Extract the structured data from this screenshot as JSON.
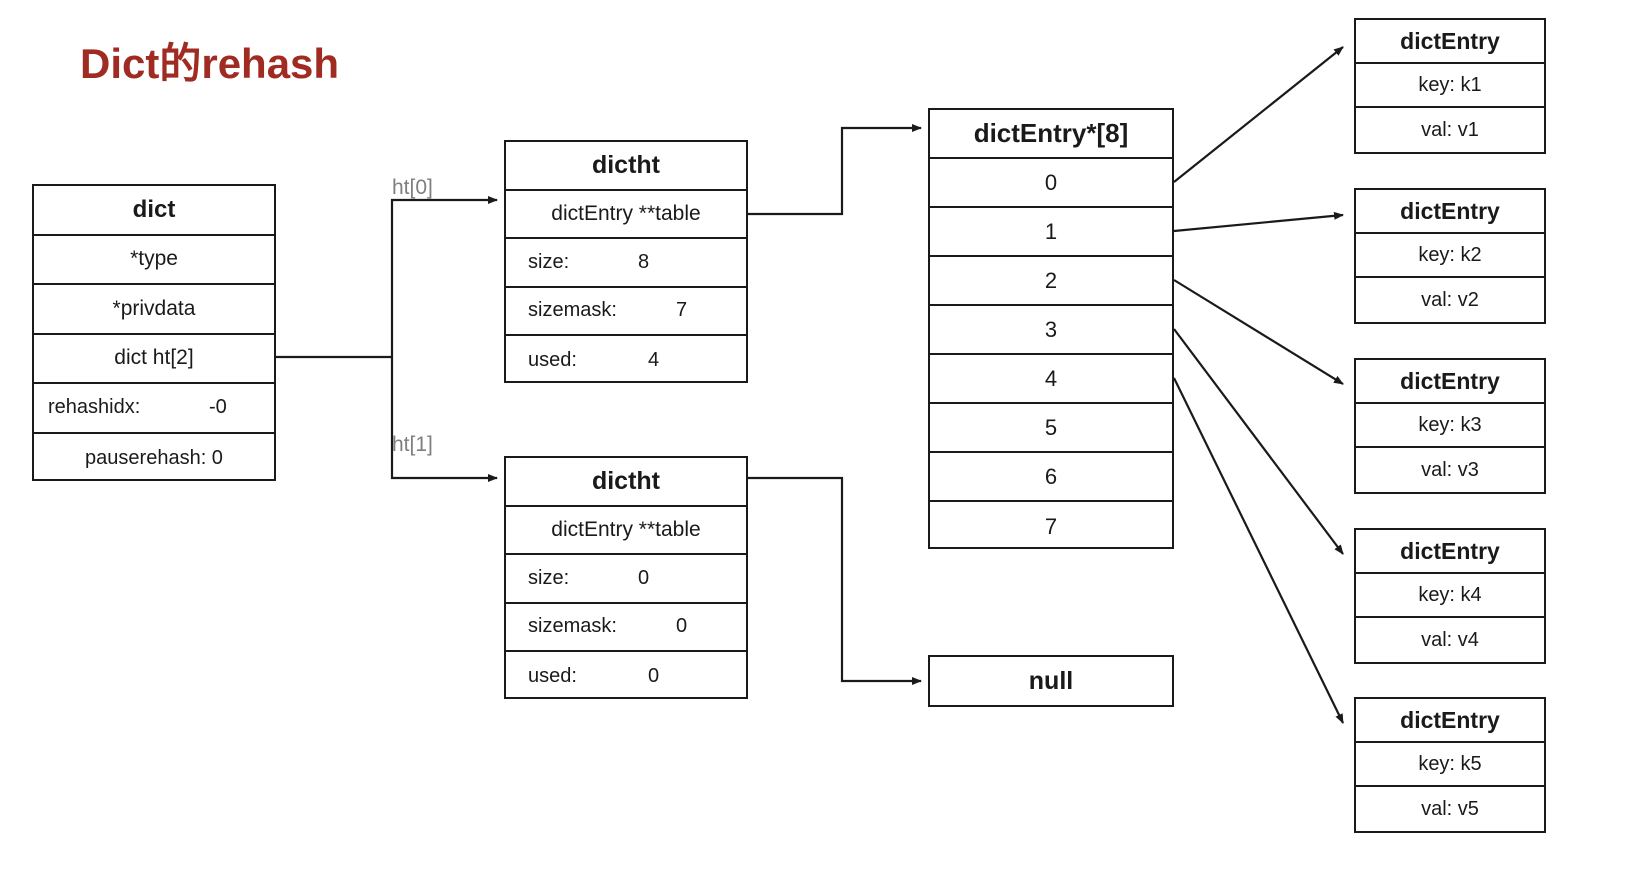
{
  "title": "Dict的rehash",
  "accent_color": "#A02B23",
  "line_color": "#1a1a1a",
  "label_color": "#7f7f7f",
  "dict": {
    "header": "dict",
    "fields": [
      {
        "label": "*type",
        "value": ""
      },
      {
        "label": "*privdata",
        "value": ""
      },
      {
        "label": "dict ht[2]",
        "value": ""
      },
      {
        "label": "rehashidx:",
        "value": "-0"
      },
      {
        "label": "pauserehash: 0",
        "value": ""
      }
    ]
  },
  "edge_labels": {
    "ht0": "ht[0]",
    "ht1": "ht[1]"
  },
  "dictht0": {
    "header": "dictht",
    "table_label": "dictEntry **table",
    "size_label": "size:",
    "size_value": "8",
    "sizemask_label": "sizemask:",
    "sizemask_value": "7",
    "used_label": "used:",
    "used_value": "4"
  },
  "dictht1": {
    "header": "dictht",
    "table_label": "dictEntry **table",
    "size_label": "size:",
    "size_value": "0",
    "sizemask_label": "sizemask:",
    "sizemask_value": "0",
    "used_label": "used:",
    "used_value": "0"
  },
  "array": {
    "header": "dictEntry*[8]",
    "slots": [
      "0",
      "1",
      "2",
      "3",
      "4",
      "5",
      "6",
      "7"
    ]
  },
  "null_box": {
    "label": "null"
  },
  "entries": [
    {
      "header": "dictEntry",
      "key": "key: k1",
      "val": "val: v1"
    },
    {
      "header": "dictEntry",
      "key": "key: k2",
      "val": "val: v2"
    },
    {
      "header": "dictEntry",
      "key": "key: k3",
      "val": "val: v3"
    },
    {
      "header": "dictEntry",
      "key": "key: k4",
      "val": "val: v4"
    },
    {
      "header": "dictEntry",
      "key": "key: k5",
      "val": "val: v5"
    }
  ]
}
